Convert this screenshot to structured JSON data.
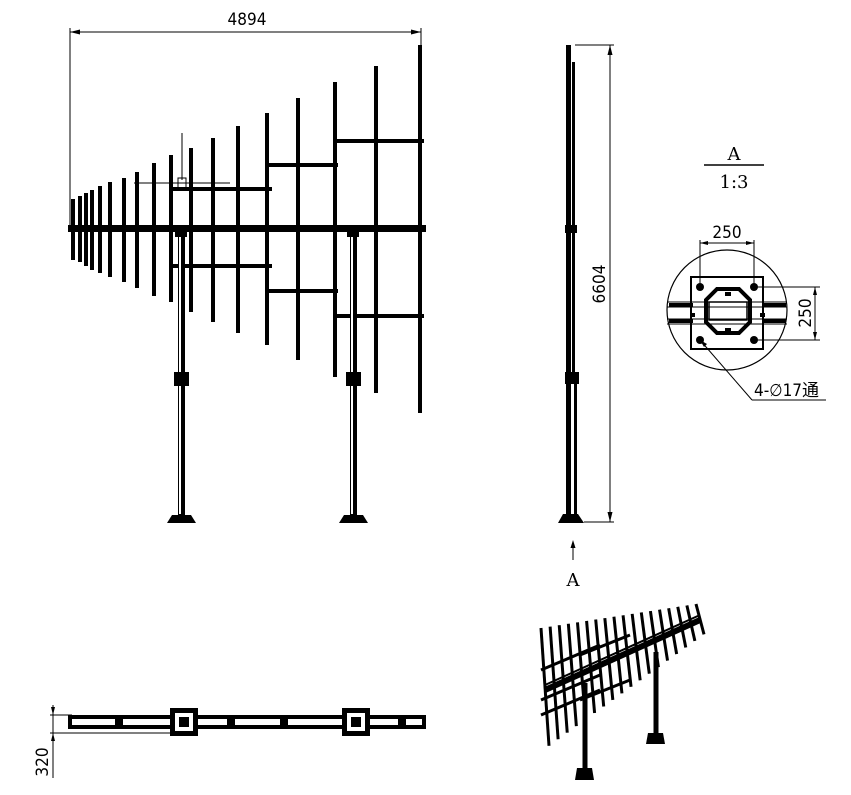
{
  "front_view": {
    "width_dim": "4894"
  },
  "side_view": {
    "height_dim": "6604",
    "view_arrow_label": "A"
  },
  "detail_a": {
    "title": "A",
    "scale": "1:3",
    "dim_horizontal": "250",
    "dim_vertical": "250",
    "hole_note": "4-∅17通"
  },
  "plan_view": {
    "depth_dim": "320"
  }
}
